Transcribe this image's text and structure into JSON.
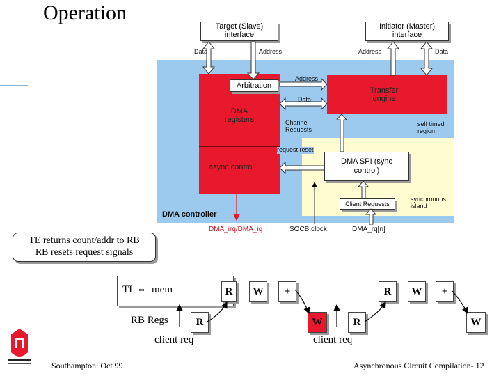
{
  "slide": {
    "title": "Operation",
    "footer_left": "Southampton: Oct 99",
    "footer_right": "Asynchronous Circuit Compilation- 12"
  },
  "colors": {
    "dma_bg": "#9cc9ee",
    "sync_bg": "#fffcd2",
    "red": "#e8192c"
  },
  "diagram": {
    "target_interface": "Target (Slave) interface",
    "initiator_interface": "Initiator (Master) interface",
    "data_left": "Data",
    "address_left": "Address",
    "address_right": "Address",
    "data_right": "Data",
    "arbitration": "Arbitration",
    "transfer_engine": "Transfer engine",
    "address_mid": "Address",
    "data_mid": "Data",
    "dma_registers": "DMA registers",
    "channel_requests": "Channel Requests",
    "self_timed_region": "self timed region",
    "request_reset": "request reset",
    "async_control": "async control",
    "dma_spi": "DMA SPI (sync control)",
    "client_requests": "Client Requests",
    "synchronous_island": "synchronous island",
    "dma_controller": "DMA controller",
    "dma_irq": "DMA_irq/DMA_iq",
    "socb_clock": "SOCB clock",
    "dma_rq": "DMA_rq[n]"
  },
  "callout": {
    "line1": "TE returns count/addr to RB",
    "line2": "RB resets request signals"
  },
  "timing": {
    "ti_label": "TI",
    "mem_label": "mem",
    "rb_regs": "RB Regs",
    "client_req_1": "client req",
    "client_req_2": "client req",
    "top_row": [
      "R",
      "W",
      "+",
      "R",
      "W",
      "+"
    ],
    "bottom_row": [
      "R",
      "W",
      "R",
      "W"
    ]
  }
}
